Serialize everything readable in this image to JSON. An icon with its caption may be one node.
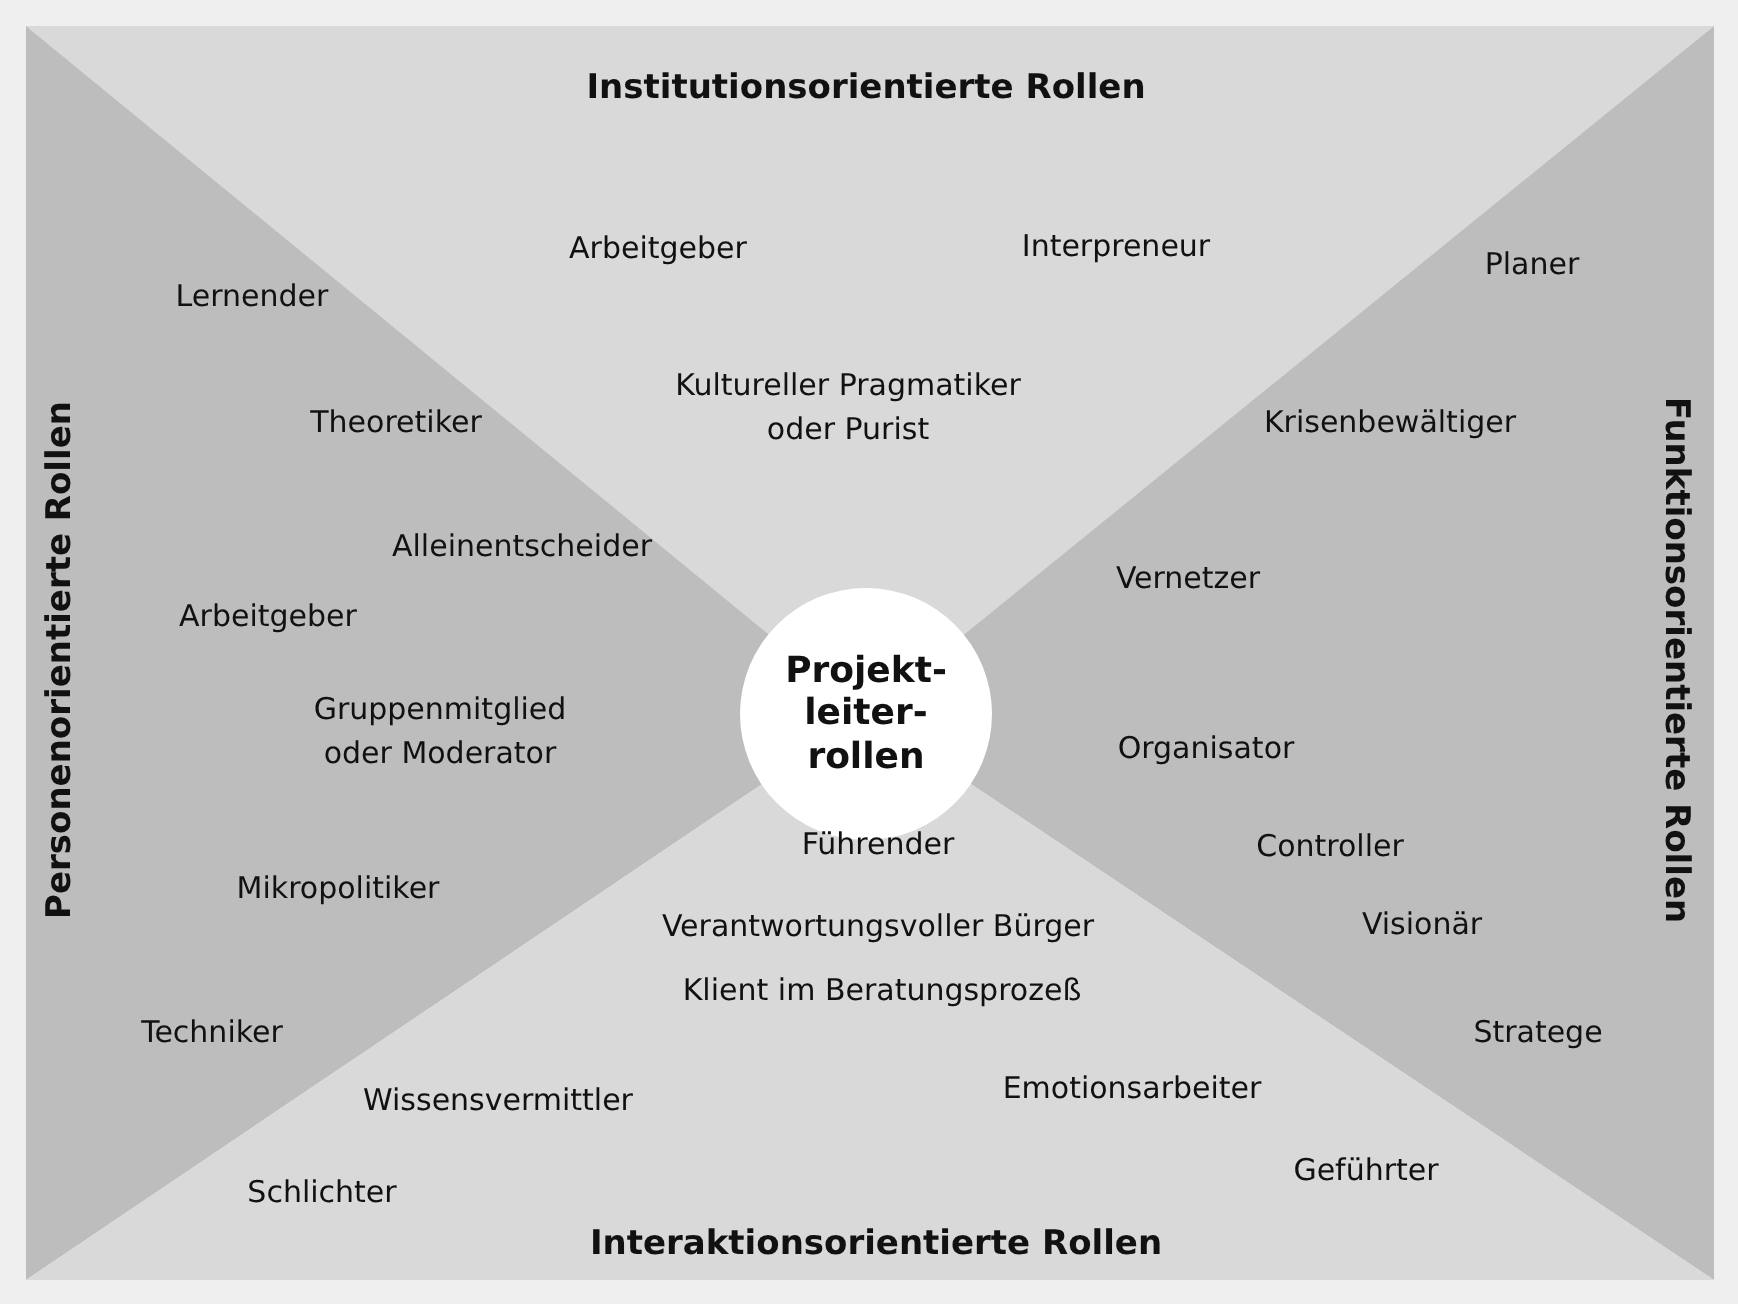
{
  "diagram": {
    "nodes": [
      {
        "text": [
          "Institutionsorientierte Rollen"
        ]
      },
      {
        "text": [
          "Personenorientierte Rollen"
        ]
      },
      {
        "text": [
          "Funktionsorientierte Rollen"
        ]
      },
      {
        "text": [
          "Interaktionsorientierte Rollen"
        ]
      },
      {
        "text": [
          "Projekt- leiter- rollen"
        ]
      }
    ],
    "edges": [],
    "labels": [
      "Arbeitgeber",
      "Interpreneur",
      "Planer",
      "Lernender",
      "Kultureller Pragmatiker oder Purist",
      "Theoretiker",
      "Krisenbewältiger",
      "Alleinentscheider",
      "Vernetzer",
      "Arbeitgeber",
      "Gruppenmitglied oder Moderator",
      "Organisator",
      "Führender",
      "Controller",
      "Mikropolitiker",
      "Verantwortungsvoller Bürger",
      "Visionär",
      "Klient im Beratungsprozeß",
      "Techniker",
      "Stratege",
      "Emotionsarbeiter",
      "Wissensvermittler",
      "Geführter",
      "Schlichter"
    ]
  }
}
